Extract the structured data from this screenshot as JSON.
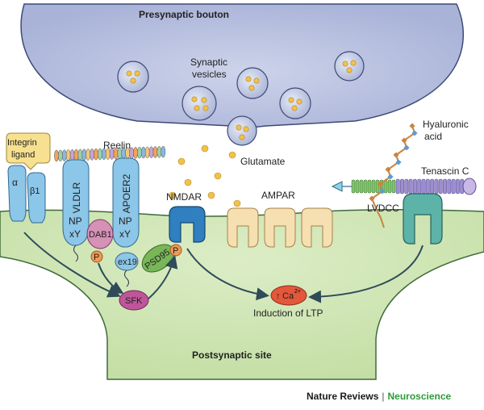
{
  "diagram": {
    "labels": {
      "presynaptic_bouton": "Presynaptic bouton",
      "synaptic_vesicles_line1": "Synaptic",
      "synaptic_vesicles_line2": "vesicles",
      "glutamate": "Glutamate",
      "integrin_ligand_line1": "Integrin",
      "integrin_ligand_line2": "ligand",
      "alpha": "α",
      "beta1": "β1",
      "reelin": "Reelin",
      "vldlr": "VLDLR",
      "apoer2": "APOER2",
      "np": "NP",
      "xy": "xY",
      "dab1": "DAB1",
      "p": "P",
      "ex19": "ex19",
      "psd95": "PSD95",
      "sfk": "SFK",
      "nmdar": "NMDAR",
      "ampar": "AMPAR",
      "hyaluronic_acid_line1": "Hyaluronic",
      "hyaluronic_acid_line2": "acid",
      "tenascin_c": "Tenascin C",
      "lvdcc": "LVDCC",
      "calcium": "Ca",
      "calcium_charge": "2+",
      "calcium_arrow": "↑",
      "induction_ltp": "Induction of LTP",
      "postsynaptic_site": "Postsynaptic site"
    },
    "credit": {
      "journal": "Nature Reviews",
      "separator": "|",
      "subject": "Neuroscience"
    },
    "colors": {
      "presynaptic_fill": "#b9c2e0",
      "postsynaptic_fill": "#cfe5b2",
      "receptor_blue": "#8cc6e8",
      "nmdar_blue": "#2f7fc1",
      "ampar_fill": "#f6dfb0",
      "lvdcc_teal": "#5db3a8",
      "glutamate": "#f3c14a",
      "sfk_pink": "#c0559a",
      "psd95_green": "#78b657",
      "dab1_pink": "#d691b6",
      "phospho_orange": "#ef9a55",
      "calcium_red": "#e4573b",
      "tenascin_purple": "#9c8ed1",
      "brand_green": "#2e9a3a"
    }
  }
}
